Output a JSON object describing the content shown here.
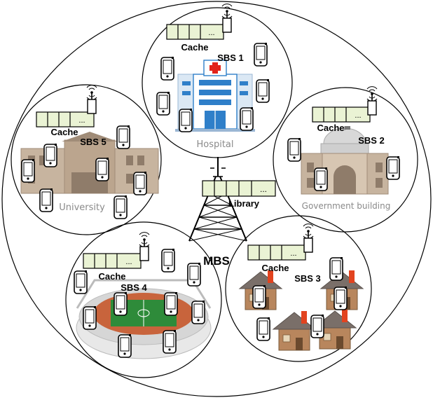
{
  "mbs": {
    "label": "MBS",
    "library_label": "Library",
    "library_cache_ellipsis": "..."
  },
  "cells": [
    {
      "sbs_label": "SBS 1",
      "cache_label": "Cache",
      "cache_ellipsis": "...",
      "place_label": "Hospital"
    },
    {
      "sbs_label": "SBS 2",
      "cache_label": "Cache",
      "cache_ellipsis": "...",
      "place_label": "Government building"
    },
    {
      "sbs_label": "SBS 3",
      "cache_label": "Cache",
      "cache_ellipsis": "...",
      "place_label": ""
    },
    {
      "sbs_label": "SBS 4",
      "cache_label": "Cache",
      "cache_ellipsis": "...",
      "place_label": ""
    },
    {
      "sbs_label": "SBS 5",
      "cache_label": "Cache",
      "cache_ellipsis": "...",
      "place_label": "University"
    }
  ],
  "colors": {
    "cache_fill": "#eaf3d4",
    "hospital_blue": "#2f7fc9",
    "brick": "#b8865d",
    "roof": "#7a6f69",
    "chimney": "#e2431f",
    "field": "#2e8b3a",
    "track": "#c8643c",
    "building_stone": "#c7b49f"
  }
}
